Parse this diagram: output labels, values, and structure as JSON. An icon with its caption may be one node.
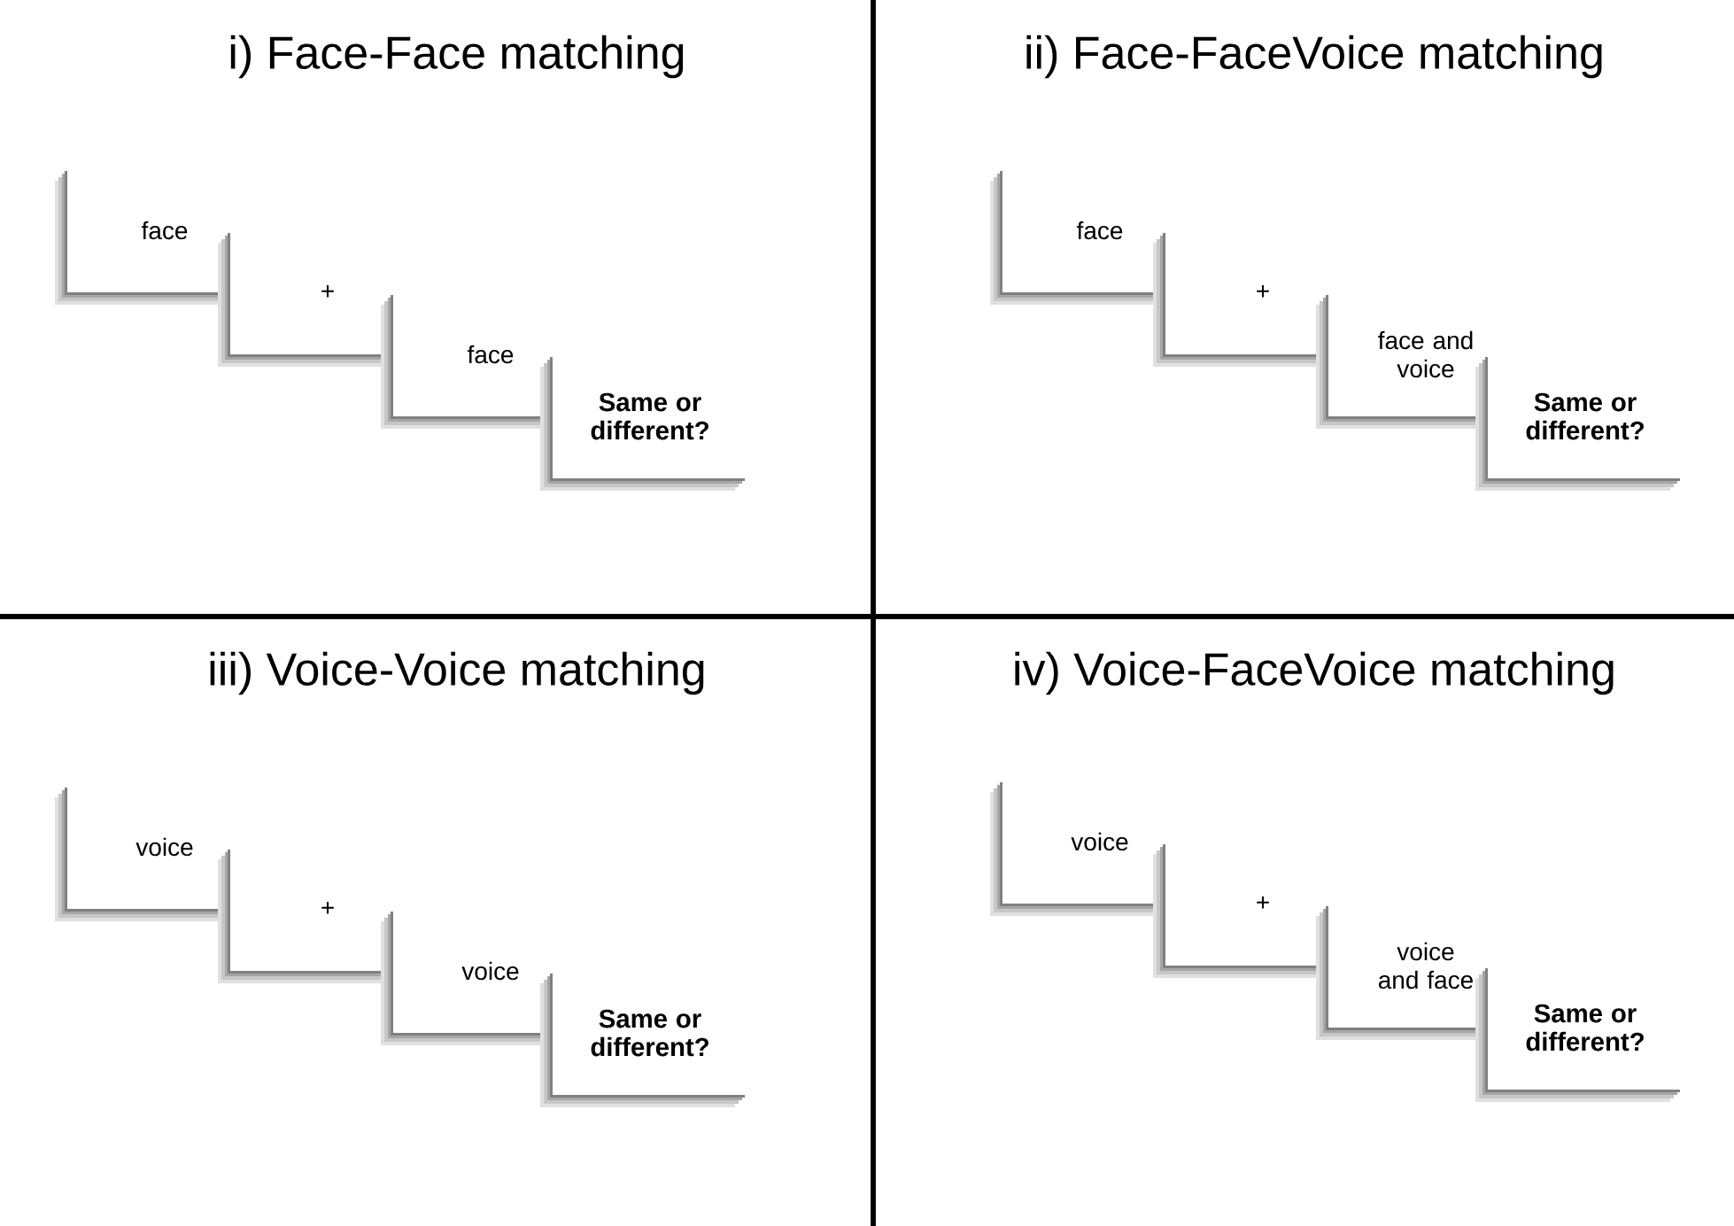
{
  "diagram": {
    "nodes": [
      {
        "text": [
          "face"
        ]
      },
      {
        "text": [
          "+"
        ]
      },
      {
        "text": [
          "face"
        ]
      },
      {
        "text": [
          "Same or different?"
        ]
      },
      {
        "text": [
          "face"
        ]
      },
      {
        "text": [
          "+"
        ]
      },
      {
        "text": [
          "face and voice"
        ]
      },
      {
        "text": [
          "Same or different?"
        ]
      },
      {
        "text": [
          "voice"
        ]
      },
      {
        "text": [
          "+"
        ]
      },
      {
        "text": [
          "voice"
        ]
      },
      {
        "text": [
          "Same or different?"
        ]
      },
      {
        "text": [
          "voice"
        ]
      },
      {
        "text": [
          "+"
        ]
      },
      {
        "text": [
          "voice and face"
        ]
      },
      {
        "text": [
          "Same or different?"
        ]
      }
    ],
    "labels": [
      "i) Face-Face matching",
      "ii) Face-FaceVoice matching",
      "iii) Voice-Voice matching",
      "iv) Voice-FaceVoice matching"
    ]
  }
}
